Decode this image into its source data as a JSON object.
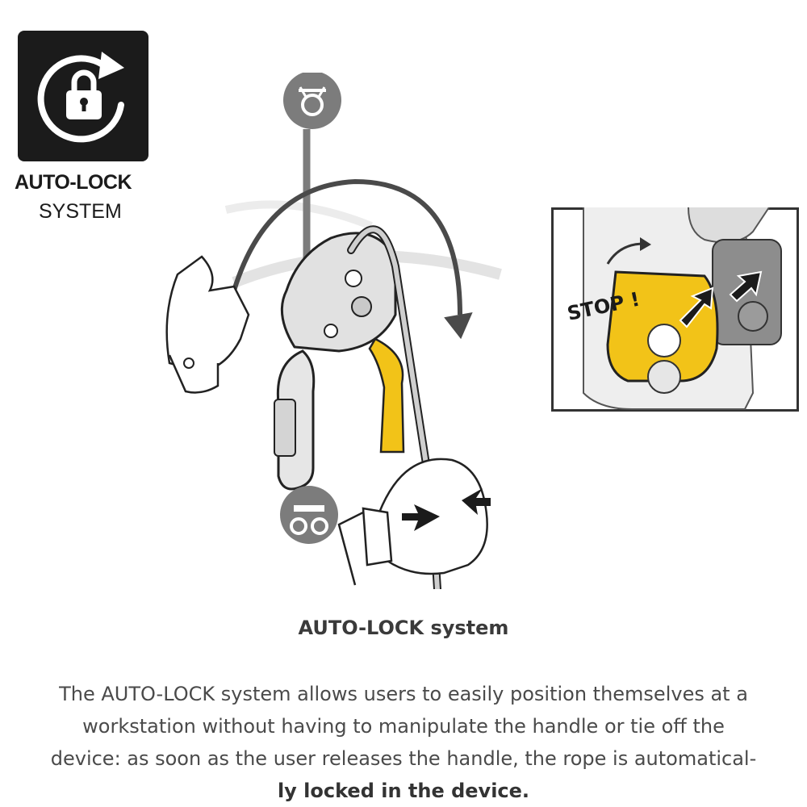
{
  "badge": {
    "icon": "auto-lock-icon",
    "title": "AUTO-LOCK",
    "subtitle": "SYSTEM"
  },
  "illustration": {
    "top_icon": "anchor-icon",
    "bottom_icon": "harness-icon",
    "handle_color": "#f2c318"
  },
  "inset": {
    "label": "STOP !",
    "cam_color": "#f2c318"
  },
  "caption": {
    "title": "AUTO-LOCK system",
    "lines": [
      "The AUTO-LOCK system allows users to easily position themselves at a",
      "workstation without having to manipulate the handle or tie off the",
      "device: as soon as the user releases the handle, the rope is automatical-"
    ],
    "last_line": "ly locked in the device."
  }
}
